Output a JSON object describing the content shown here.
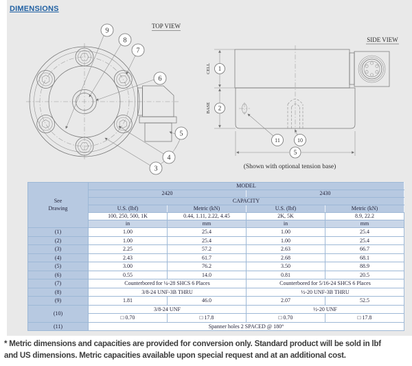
{
  "page": {
    "title": "DIMENSIONS",
    "footnote_line1": "* Metric dimensions and capacities are provided for conversion only. Standard product will be sold in lbf",
    "footnote_line2": "and US dimensions. Metric capacities available upon special request and at an additional cost."
  },
  "colors": {
    "title_blue": "#2161a3",
    "table_header_fill": "#b7c9e1",
    "table_header_fill_light": "#c9d6e8",
    "panel_gray": "#e9e9e9",
    "table_border": "#7f9fc6"
  },
  "drawings": {
    "top_view": {
      "label": "TOP VIEW",
      "callouts": [
        "9",
        "8",
        "7",
        "6",
        "5",
        "4",
        "3"
      ]
    },
    "side_view": {
      "label": "SIDE VIEW",
      "cell_label": "CELL",
      "base_label": "BASE",
      "callouts": [
        "1",
        "2",
        "11",
        "10",
        "5"
      ],
      "caption": "(Shown with optional tension base)"
    }
  },
  "table": {
    "header": {
      "see_drawing": "See Drawing",
      "model": "MODEL",
      "models": [
        "2420",
        "2430"
      ],
      "capacity": "CAPACITY",
      "unit_headers": [
        "U.S. (lbf)",
        "Metric (kN)",
        "U.S. (lbf)",
        "Metric (kN)"
      ],
      "capacities": [
        "100, 250, 500, 1K",
        "0.44, 1.11, 2.22, 4.45",
        "2K, 5K",
        "8.9, 22.2"
      ],
      "units": [
        "in",
        "mm",
        "in",
        "mm"
      ]
    },
    "rows": [
      {
        "label": "(1)",
        "cells": [
          "1.00",
          "25.4",
          "1.00",
          "25.4"
        ]
      },
      {
        "label": "(2)",
        "cells": [
          "1.00",
          "25.4",
          "1.00",
          "25.4"
        ]
      },
      {
        "label": "(3)",
        "cells": [
          "2.25",
          "57.2",
          "2.63",
          "66.7"
        ]
      },
      {
        "label": "(4)",
        "cells": [
          "2.43",
          "61.7",
          "2.68",
          "68.1"
        ]
      },
      {
        "label": "(5)",
        "cells": [
          "3.00",
          "76.2",
          "3.50",
          "88.9"
        ]
      },
      {
        "label": "(6)",
        "cells": [
          "0.55",
          "14.0",
          "0.81",
          "20.5"
        ]
      },
      {
        "label": "(7)",
        "span2": [
          "Counterbored for ¼-28 SHCS 6 Places",
          "Counterbored for 5/16-24 SHCS 6 Places"
        ]
      },
      {
        "label": "(8)",
        "span2": [
          "3/8-24 UNF-3B THRU",
          "½-20 UNF-3B THRU"
        ]
      },
      {
        "label": "(9)",
        "cells": [
          "1.81",
          "46.0",
          "2.07",
          "52.5"
        ]
      },
      {
        "label": "(10)",
        "span2": [
          "3/8-24 UNF",
          "½-20 UNF"
        ],
        "cells": [
          "□ 0.70",
          "□ 17.8",
          "□ 0.70",
          "□ 17.8"
        ]
      },
      {
        "label": "(11)",
        "span4": "Spanner holes 2 SPACED @ 180°"
      }
    ]
  }
}
